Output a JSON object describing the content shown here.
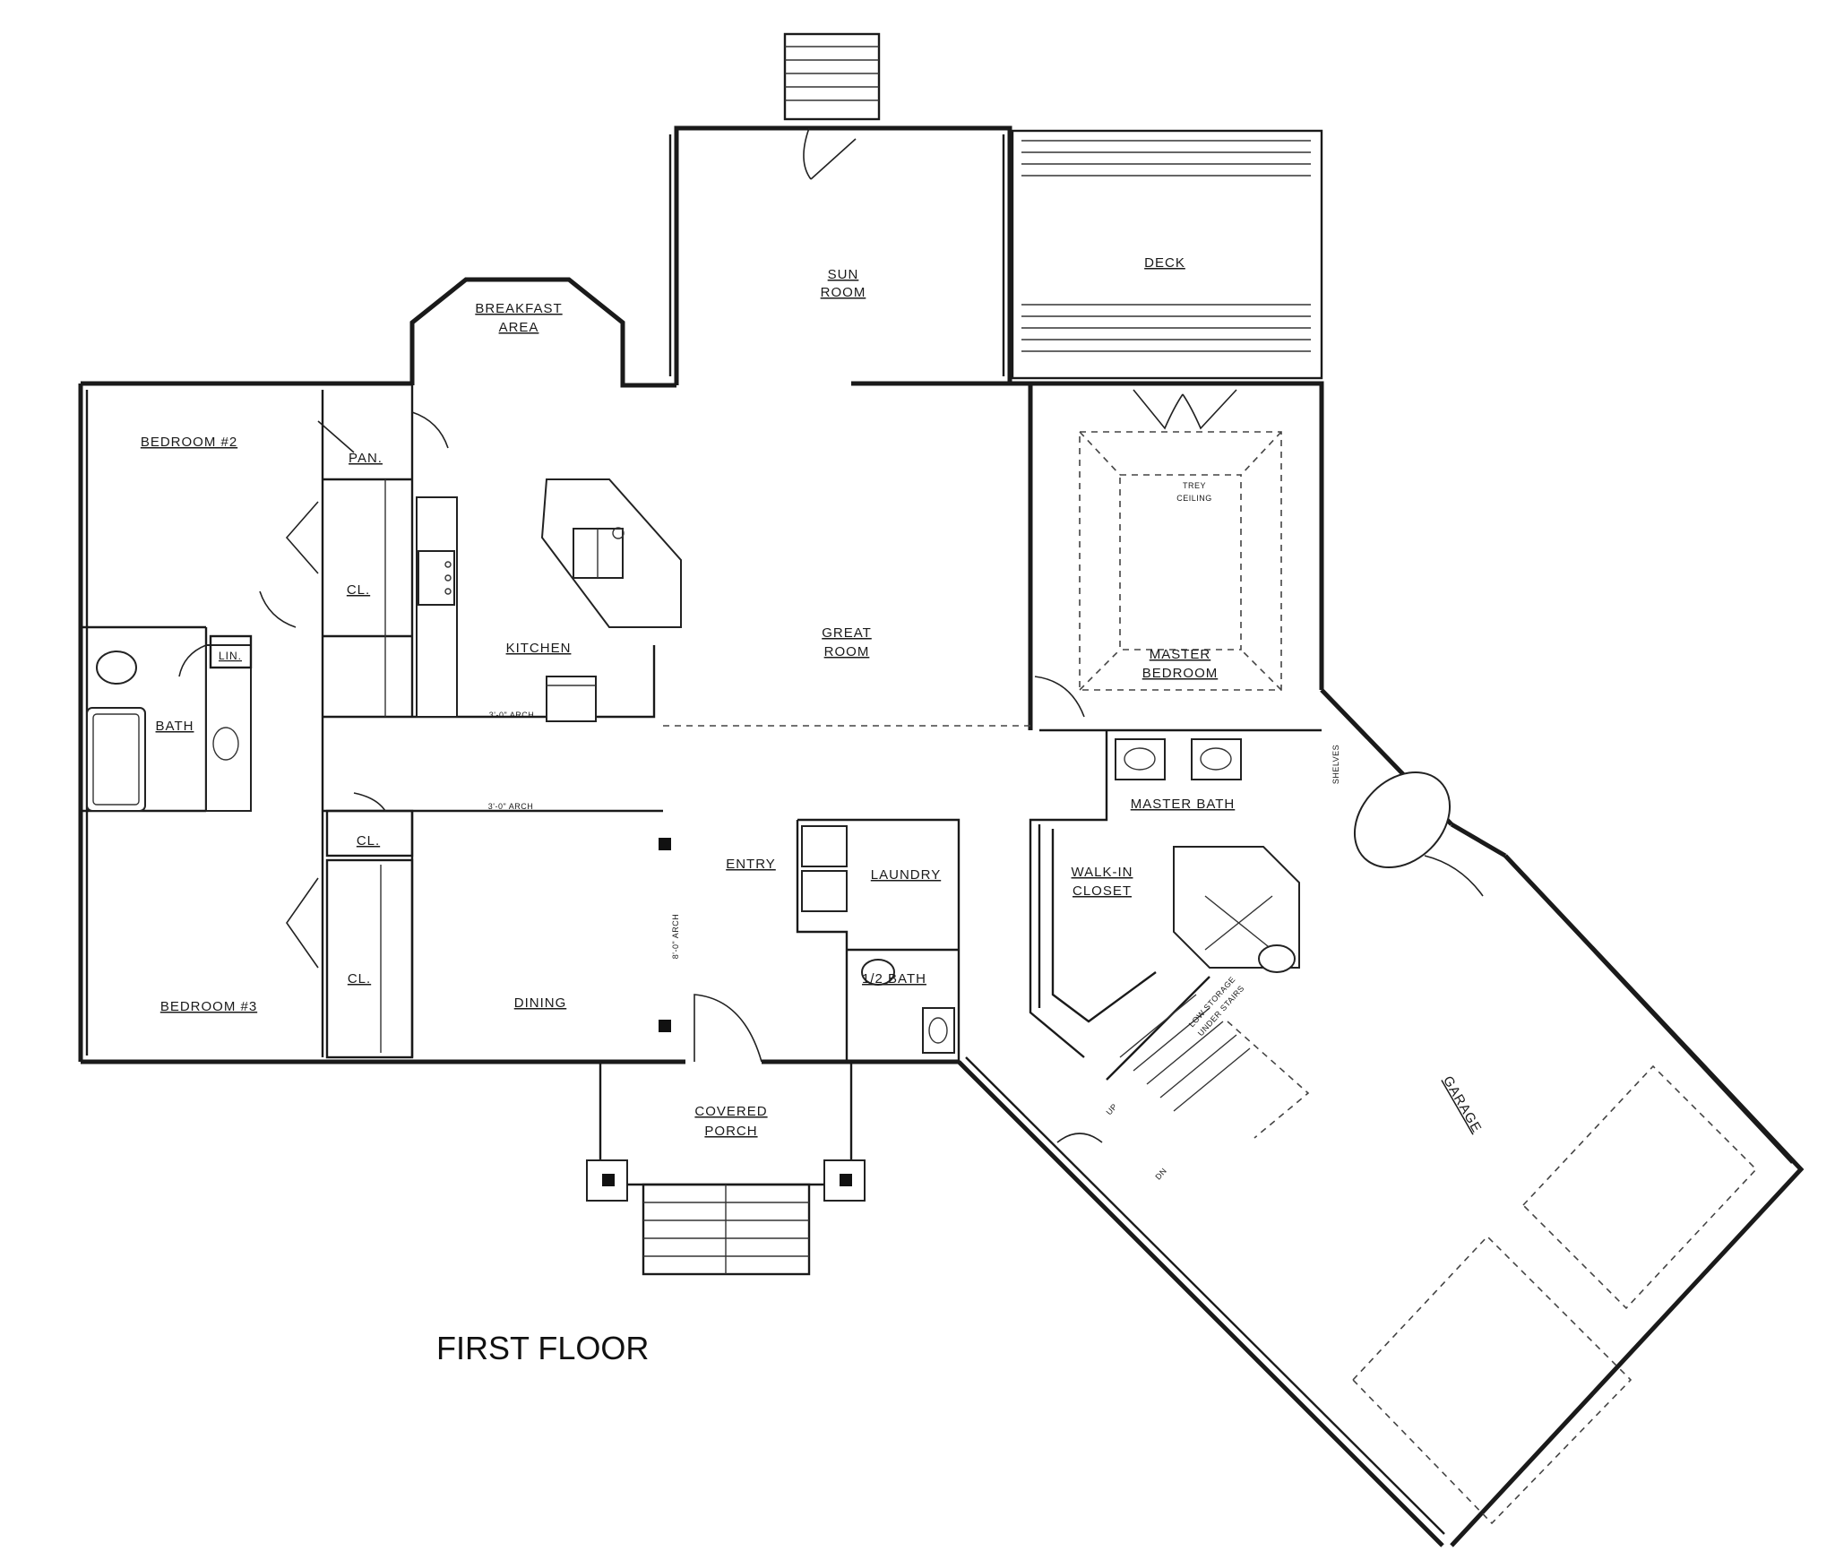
{
  "plan": {
    "title": "FIRST FLOOR",
    "rooms": {
      "sun_room": [
        "SUN",
        "ROOM"
      ],
      "deck": "DECK",
      "breakfast_area": [
        "BREAKFAST",
        "AREA"
      ],
      "bedroom_2": "BEDROOM #2",
      "pantry": "PAN.",
      "closet_bed2": "CL.",
      "kitchen": "KITCHEN",
      "great_room": [
        "GREAT",
        "ROOM"
      ],
      "master_bedroom": [
        "MASTER",
        "BEDROOM"
      ],
      "trey_ceiling": [
        "TREY",
        "CEILING"
      ],
      "linen": "LIN.",
      "bath": "BATH",
      "master_bath": "MASTER BATH",
      "closet_hall": "CL.",
      "entry": "ENTRY",
      "laundry": "LAUNDRY",
      "walk_in_closet": [
        "WALK-IN",
        "CLOSET"
      ],
      "shelves": "SHELVES",
      "closet_bed3": "CL.",
      "bedroom_3": "BEDROOM #3",
      "dining": "DINING",
      "half_bath": "1/2 BATH",
      "covered_porch": [
        "COVERED",
        "PORCH"
      ],
      "garage": "GARAGE"
    },
    "notes": {
      "arch_kitchen": "3'-0\" ARCH",
      "arch_dining": "3'-0\" ARCH",
      "arch_entry": "8'-0\" ARCH",
      "low_storage": [
        "LOW STORAGE",
        "UNDER STAIRS"
      ],
      "stair_up": "UP",
      "stair_down": "DN"
    }
  }
}
